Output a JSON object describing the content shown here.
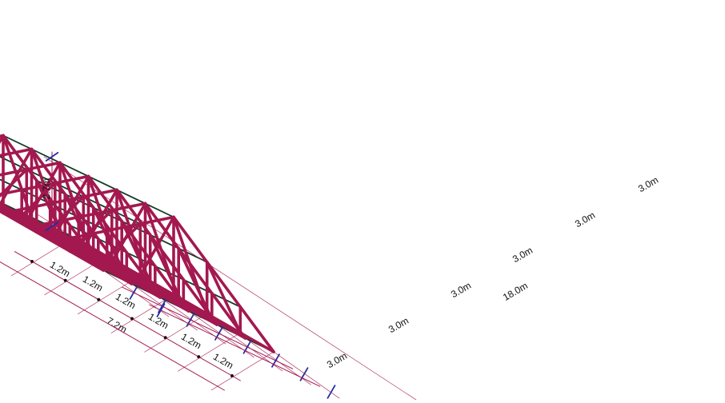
{
  "colors": {
    "truss": "#a3184f",
    "purlin": "#123a24",
    "dimension_line": "#a3184f",
    "dimension_tick": "#1f2fa8",
    "text": "#111111"
  },
  "dimensions": {
    "height": "2.7m",
    "span_total": "7.2m",
    "length_total": "18.0m",
    "span_segments": [
      "1.2m",
      "1.2m",
      "1.2m",
      "1.2m",
      "1.2m",
      "1.2m"
    ],
    "bay_segments": [
      "3.0m",
      "3.0m",
      "3.0m",
      "3.0m",
      "3.0m",
      "3.0m"
    ]
  }
}
